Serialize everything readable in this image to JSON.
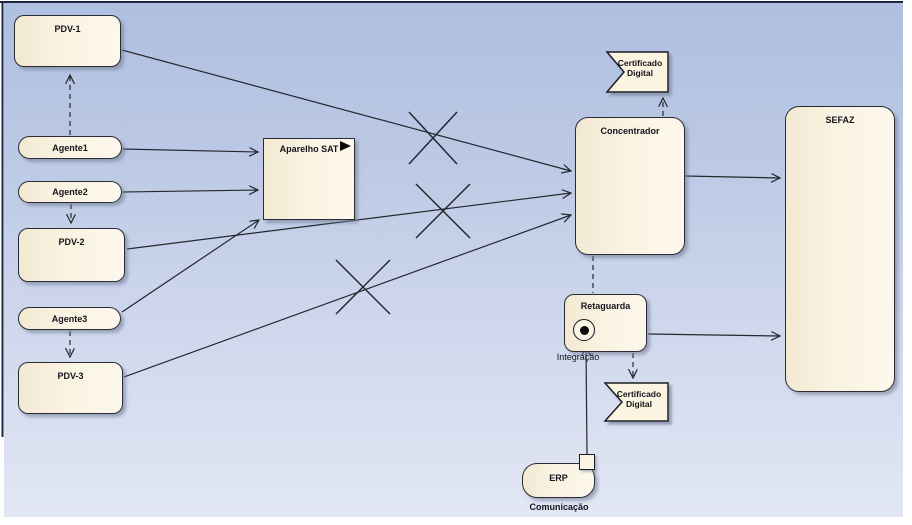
{
  "diagram": {
    "nodes": {
      "pdv1": {
        "label": "PDV-1"
      },
      "agente1": {
        "label": "Agente1"
      },
      "agente2": {
        "label": "Agente2"
      },
      "pdv2": {
        "label": "PDV-2"
      },
      "agente3": {
        "label": "Agente3"
      },
      "pdv3": {
        "label": "PDV-3"
      },
      "aparelho_sat": {
        "label": "Aparelho SAT",
        "icon": "play-triangle-icon"
      },
      "concentrador": {
        "label": "Concentrador"
      },
      "retaguarda": {
        "label": "Retaguarda"
      },
      "erp": {
        "label": "ERP"
      },
      "sefaz": {
        "label": "SEFAZ"
      }
    },
    "flags": {
      "top": {
        "line1": "Certificado",
        "line2": "Digital"
      },
      "bottom": {
        "line1": "Certificado",
        "line2": "Digital"
      }
    },
    "labels": {
      "integracao": "Integração",
      "comunicacao": "Comunicação"
    },
    "edges": [
      {
        "from": "Agente1",
        "to": "PDV-1",
        "style": "dashed-arrow"
      },
      {
        "from": "Agente2",
        "to": "PDV-2",
        "style": "dashed-arrow"
      },
      {
        "from": "Agente3",
        "to": "PDV-3",
        "style": "dashed-arrow"
      },
      {
        "from": "Agente1",
        "to": "Aparelho SAT",
        "style": "solid-arrow",
        "crossed": false
      },
      {
        "from": "Agente2",
        "to": "Aparelho SAT",
        "style": "solid-arrow",
        "crossed": false
      },
      {
        "from": "Agente3",
        "to": "Aparelho SAT",
        "style": "solid-arrow",
        "crossed": false
      },
      {
        "from": "PDV-1",
        "to": "Concentrador",
        "style": "solid-arrow",
        "crossed": true
      },
      {
        "from": "PDV-2",
        "to": "Concentrador",
        "style": "solid-arrow",
        "crossed": true
      },
      {
        "from": "PDV-3",
        "to": "Concentrador",
        "style": "solid-arrow",
        "crossed": true
      },
      {
        "from": "Concentrador",
        "to": "Certificado Digital",
        "style": "dashed-arrow"
      },
      {
        "from": "Concentrador",
        "to": "Retaguarda",
        "style": "dashed"
      },
      {
        "from": "Concentrador",
        "to": "SEFAZ",
        "style": "solid-arrow"
      },
      {
        "from": "Retaguarda",
        "to": "SEFAZ",
        "style": "solid-arrow"
      },
      {
        "from": "Retaguarda",
        "to": "Certificado Digital",
        "style": "dashed-arrow"
      },
      {
        "from": "ERP",
        "to": "Integração",
        "style": "solid-arrow"
      }
    ],
    "colors": {
      "background_top": "#aebfe0",
      "background_bottom": "#e2e7f4",
      "node_fill": "#faf3e2",
      "node_border": "#2b2b33",
      "connector": "#26262e",
      "frame_border": "#1b2742"
    }
  }
}
